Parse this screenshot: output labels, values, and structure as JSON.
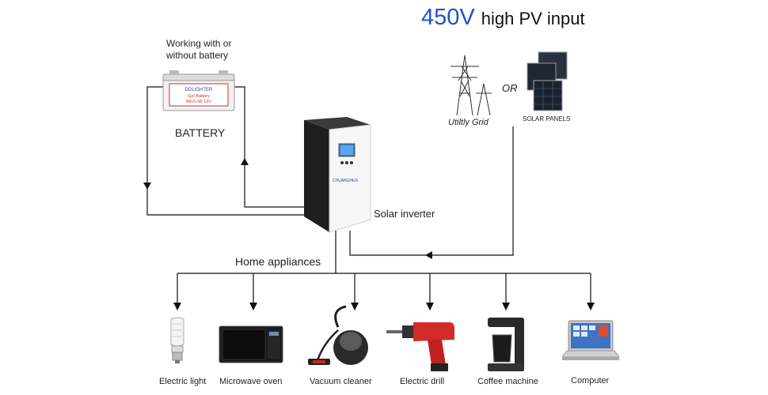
{
  "title": {
    "voltage": "450V",
    "rest": "high PV input"
  },
  "battery": {
    "note_line1": "Working with or",
    "note_line2": "without battery",
    "label": "BATTERY",
    "brand": "DDLIGHTER",
    "spec_line1": "Gel Battery",
    "spec_line2": "MGS-65 12V"
  },
  "inverter": {
    "label": "Solar inverter",
    "brand": "CHUANGHEN"
  },
  "sources": {
    "grid_label": "Utiltly Grid",
    "or_label": "OR",
    "solar_label": "SOLAR PANELS"
  },
  "home": {
    "label": "Home appliances"
  },
  "appliances": [
    {
      "label": "Electric light"
    },
    {
      "label": "Microwave oven"
    },
    {
      "label": "Vacuum cleaner"
    },
    {
      "label": "Electric drill"
    },
    {
      "label": "Coffee machine"
    },
    {
      "label": "Computer"
    }
  ],
  "colors": {
    "accent": "#1f55c8",
    "line": "#111111"
  }
}
